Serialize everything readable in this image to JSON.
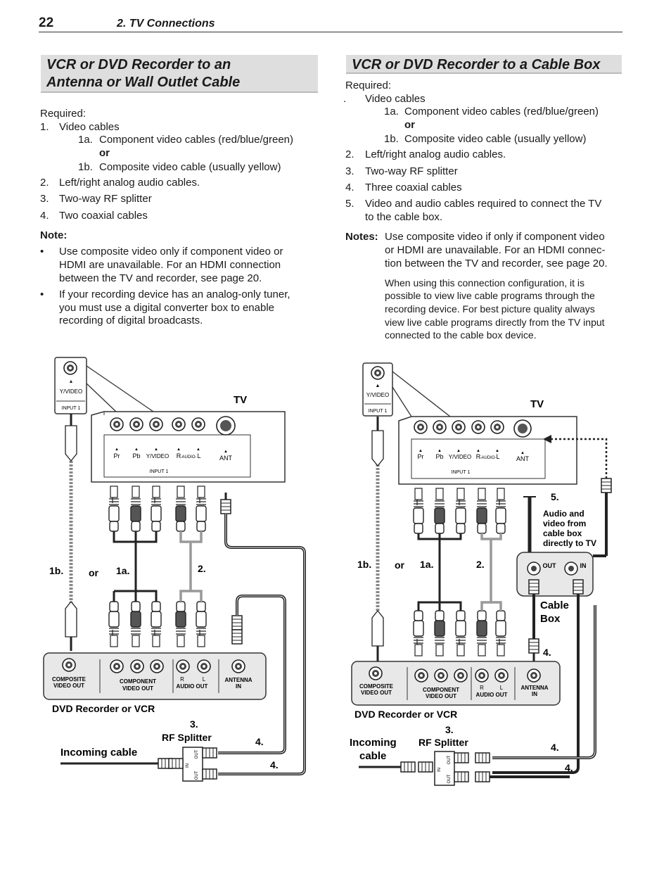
{
  "header": {
    "page_number": "22",
    "chapter": "2. TV Connections"
  },
  "left": {
    "title_line1": "VCR or DVD Recorder to an",
    "title_line2": "Antenna or Wall Outlet Cable",
    "required": "Required:",
    "items": [
      {
        "num": "1.",
        "text": "Video cables"
      },
      {
        "num": "1a.",
        "text": "Component video cables (red/blue/green)"
      },
      {
        "num": "",
        "text": "or"
      },
      {
        "num": "1b.",
        "text": "Composite video cable (usually yellow)"
      },
      {
        "num": "2.",
        "text": "Left/right analog audio cables."
      },
      {
        "num": "3.",
        "text": "Two-way RF splitter"
      },
      {
        "num": "4.",
        "text": "Two coaxial cables"
      }
    ],
    "note_label": "Note:",
    "bullet1": [
      "Use composite video only if component video or",
      "HDMI are unavailable.  For an HDMI connection",
      "between the TV and recorder, see page 20."
    ],
    "bullet2": [
      "If your recording device has an analog-only tuner,",
      "you must use a digital converter box to enable",
      "recording of digital broadcasts."
    ],
    "bullet_char": "•"
  },
  "right": {
    "title": "VCR or DVD Recorder to a Cable Box",
    "required": "Required:",
    "items": [
      {
        "num": ".",
        "text": "Video cables"
      },
      {
        "num": "1a.",
        "text": "Component video cables (red/blue/green)"
      },
      {
        "num": "",
        "text": "or"
      },
      {
        "num": "1b.",
        "text": "Composite video cable (usually yellow)"
      },
      {
        "num": "2.",
        "text": "Left/right analog audio cables."
      },
      {
        "num": "3.",
        "text": "Two-way RF splitter"
      },
      {
        "num": "4.",
        "text": "Three coaxial cables"
      },
      {
        "num": "5.",
        "text": "Video and audio cables required to connect the TV"
      },
      {
        "num": "",
        "text": "to the cable box."
      }
    ],
    "notes_label": "Notes:",
    "notes_lines": [
      "Use composite video if only if component video",
      "or HDMI are unavailable.  For an HDMI connec-",
      "tion between the TV and recorder, see page 20."
    ],
    "notes_small": [
      "When using this connection configuration, it is",
      "possible to view live cable programs through the",
      "recording device.  For best picture quality always",
      "view live cable programs directly from the TV input",
      "connected to the cable box device."
    ]
  },
  "diagram_left": {
    "tv": "TV",
    "callout_video": "Y/VIDEO",
    "callout_input": "INPUT 1",
    "tv_jacks": [
      "Pr",
      "Pb",
      "Y/VIDEO",
      "R",
      "-AUDIO-",
      "L",
      "ANT"
    ],
    "tv_input": "INPUT 1",
    "label_1b": "1b.",
    "label_or": "or",
    "label_1a": "1a.",
    "label_2": "2.",
    "rec_composite": [
      "COMPOSITE",
      "VIDEO OUT"
    ],
    "rec_component": [
      "COMPONENT",
      "VIDEO OUT"
    ],
    "rec_r": "R",
    "rec_l": "L",
    "rec_audio": "AUDIO OUT",
    "rec_ant": [
      "ANTENNA",
      "IN"
    ],
    "recorder": "DVD Recorder or VCR",
    "splitter_num": "3.",
    "splitter": "RF Splitter",
    "incoming": "Incoming cable",
    "label_4a": "4.",
    "label_4b": "4.",
    "split_in": "IN",
    "split_out": "OUT"
  },
  "diagram_right": {
    "tv": "TV",
    "callout_video": "Y/VIDEO",
    "callout_input": "INPUT 1",
    "tv_jacks": [
      "Pr",
      "Pb",
      "Y/VIDEO",
      "R",
      "-AUDIO-",
      "L",
      "ANT"
    ],
    "tv_input": "INPUT 1",
    "label_5": "5.",
    "av_text": [
      "Audio and",
      "video from",
      "cable box",
      "directly to TV"
    ],
    "cb_out": "OUT",
    "cb_in": "IN",
    "cable_box": [
      "Cable",
      "Box"
    ],
    "label_1b": "1b.",
    "label_or": "or",
    "label_1a": "1a.",
    "label_2": "2.",
    "label_4c": "4.",
    "rec_composite": [
      "COMPOSITE",
      "VIDEO OUT"
    ],
    "rec_component": [
      "COMPONENT",
      "VIDEO OUT"
    ],
    "rec_r": "R",
    "rec_l": "L",
    "rec_audio": "AUDIO OUT",
    "rec_ant": [
      "ANTENNA",
      "IN"
    ],
    "recorder": "DVD Recorder or VCR",
    "splitter_num": "3.",
    "splitter": "RF Splitter",
    "incoming": [
      "Incoming",
      "cable"
    ],
    "label_4a": "4.",
    "label_4b": "4.",
    "split_in": "IN",
    "split_out": "OUT"
  }
}
